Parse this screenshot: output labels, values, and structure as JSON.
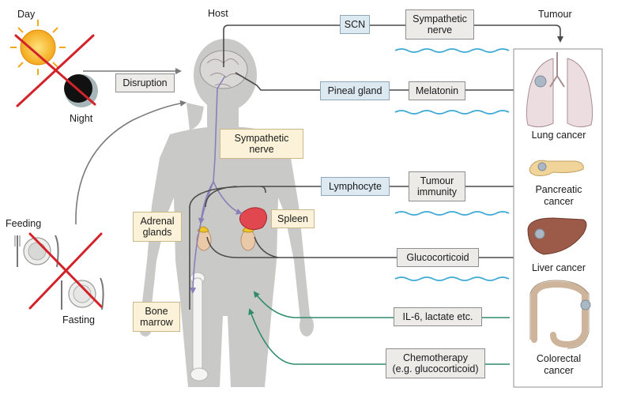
{
  "header": {
    "host": "Host",
    "tumour": "Tumour"
  },
  "light": {
    "day": "Day",
    "night": "Night",
    "disruption": "Disruption"
  },
  "feeding": {
    "feeding": "Feeding",
    "fasting": "Fasting"
  },
  "pathways": {
    "scn": "SCN",
    "sympathetic_top": "Sympathetic\nnerve",
    "pineal_gland": "Pineal gland",
    "melatonin": "Melatonin",
    "lymphocyte": "Lymphocyte",
    "tumour_immunity": "Tumour\nimmunity",
    "glucocorticoid": "Glucocorticoid",
    "il6": "IL-6, lactate etc.",
    "chemo": "Chemotherapy\n(e.g. glucocorticoid)"
  },
  "organs": {
    "sympathetic_body": "Sympathetic\nnerve",
    "adrenal": "Adrenal\nglands",
    "spleen": "Spleen",
    "bone_marrow": "Bone\nmarrow"
  },
  "cancers": {
    "lung": "Lung cancer",
    "pancreatic": "Pancreatic\ncancer",
    "liver": "Liver cancer",
    "colorectal": "Colorectal\ncancer"
  },
  "colors": {
    "body": "#c9c9c7",
    "arrow_dark": "#4a4a4a",
    "arrow_green": "#2e8b6e",
    "nerve_purple": "#8b7fb8",
    "cross_red": "#d3232a",
    "wave_blue": "#3fa8d4"
  }
}
